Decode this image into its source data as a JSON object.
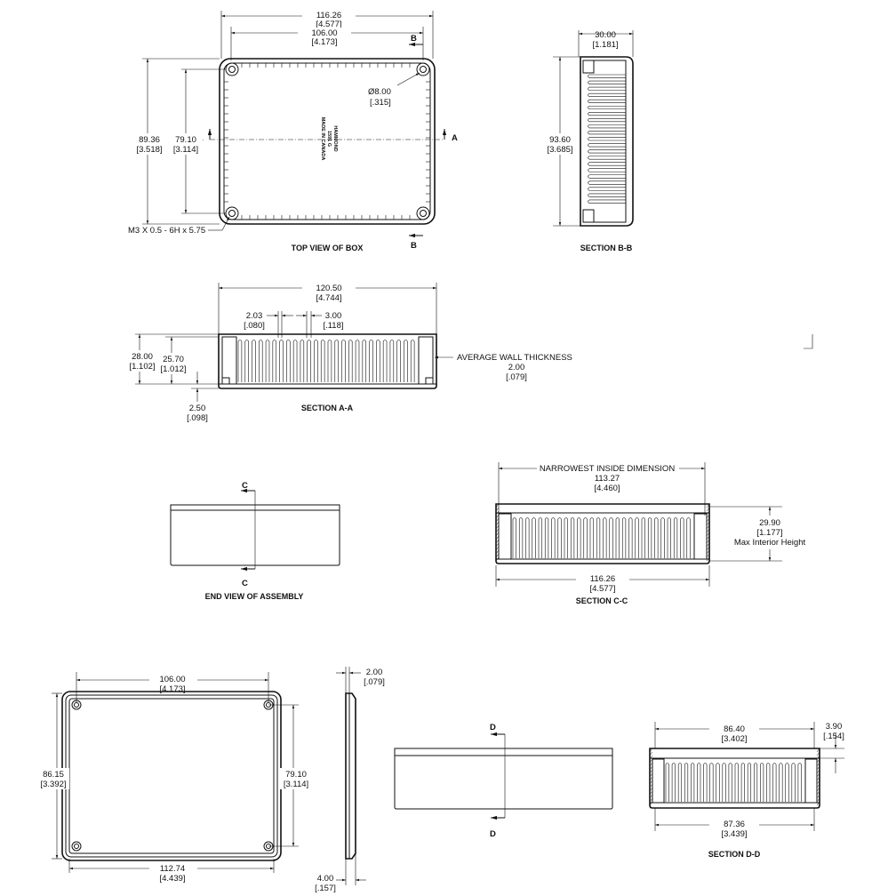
{
  "top_view": {
    "dim_width": "116.26",
    "dim_width_in": "[4.577]",
    "dim_holes": "106.00",
    "dim_holes_in": "[4.173]",
    "dim_height": "89.36",
    "dim_height_in": "[3.518]",
    "dim_hole_height": "79.10",
    "dim_hole_height_in": "[3.114]",
    "hole_dia": "Ø8.00",
    "hole_dia_in": "[.315]",
    "screw_note": "M3 X 0.5 - 6H x 5.75",
    "marking_line1": "HAMMOND",
    "marking_line2": "1591 G",
    "marking_line3": "MADE IN CANADA",
    "section_a": "A",
    "section_b": "B",
    "caption": "TOP VIEW OF BOX"
  },
  "section_bb": {
    "dim_width": "30.00",
    "dim_width_in": "[1.181]",
    "dim_height": "93.60",
    "dim_height_in": "[3.685]",
    "caption": "SECTION B-B"
  },
  "section_aa": {
    "dim_length": "120.50",
    "dim_length_in": "[4.744]",
    "dim_rib_left": "2.03",
    "dim_rib_left_in": "[.080]",
    "dim_rib_right": "3.00",
    "dim_rib_right_in": "[.118]",
    "dim_height": "28.00",
    "dim_height_in": "[1.102]",
    "dim_inner": "25.70",
    "dim_inner_in": "[1.012]",
    "dim_floor": "2.50",
    "dim_floor_in": "[.098]",
    "wall_note": "AVERAGE WALL THICKNESS",
    "wall_value": "2.00",
    "wall_value_in": "[.079]",
    "caption": "SECTION A-A"
  },
  "end_view": {
    "section_c": "C",
    "caption": "END VIEW OF ASSEMBLY"
  },
  "section_cc": {
    "narrow_note": "NARROWEST INSIDE DIMENSION",
    "narrow_value": "113.27",
    "narrow_value_in": "[4.460]",
    "dim_height": "29.90",
    "dim_height_in": "[1.177]",
    "height_note": "Max Interior Height",
    "dim_width": "116.26",
    "dim_width_in": "[4.577]",
    "caption": "SECTION C-C"
  },
  "lid_view": {
    "dim_holes": "106.00",
    "dim_holes_in": "[4.173]",
    "dim_height": "86.15",
    "dim_height_in": "[3.392]",
    "dim_hole_height": "79.10",
    "dim_hole_height_in": "[3.114]",
    "dim_width": "112.74",
    "dim_width_in": "[4.439]"
  },
  "lid_side": {
    "dim_thick": "2.00",
    "dim_thick_in": "[.079]",
    "dim_total": "4.00",
    "dim_total_in": "[.157]"
  },
  "end_view_d": {
    "section_d": "D"
  },
  "section_dd": {
    "dim_inner": "86.40",
    "dim_inner_in": "[3.402]",
    "dim_lip": "3.90",
    "dim_lip_in": "[.154]",
    "dim_outer": "87.36",
    "dim_outer_in": "[3.439]",
    "caption": "SECTION D-D"
  }
}
